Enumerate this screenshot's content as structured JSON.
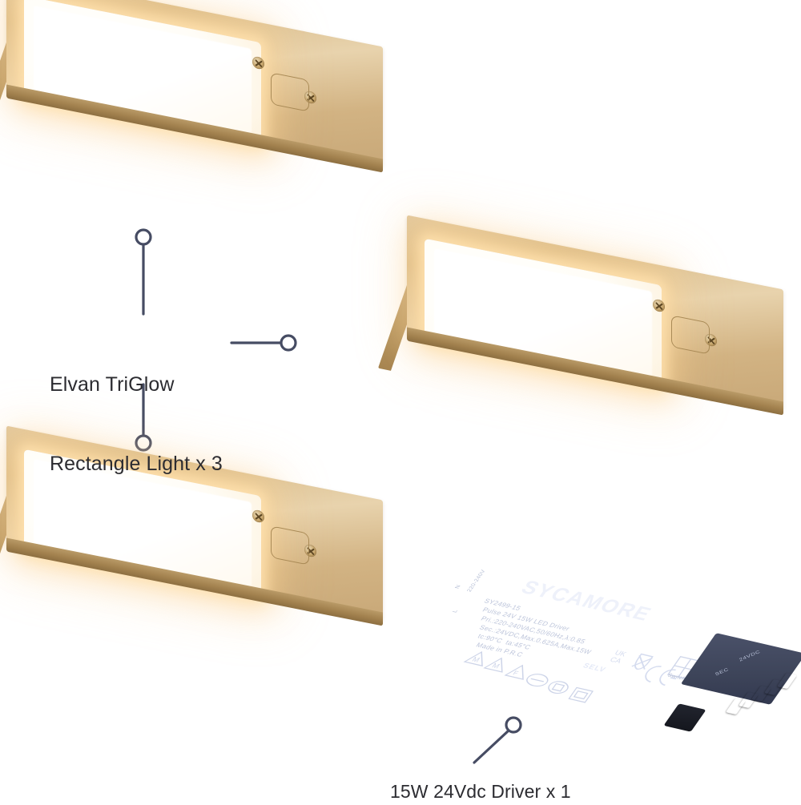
{
  "page": {
    "background": "#ffffff",
    "line_color": "#464c63",
    "text_color": "#2c2c31"
  },
  "callouts": [
    {
      "id": "lights",
      "name": "light-callout",
      "line1": "Elvan TriGlow",
      "line2": "Rectangle Light x 3",
      "full_text": "Elvan TriGlow Rectangle Light x 3",
      "quantity": 3
    },
    {
      "id": "driver",
      "name": "driver-callout",
      "line1": "15W 24Vdc Driver x 1",
      "quantity": 1
    }
  ],
  "products": {
    "light": {
      "name": "Elvan TriGlow Rectangle Light",
      "finish": "brushed brass",
      "glow_color": "#fff6e6",
      "bezel_color": "#d9bd8d",
      "count": 3,
      "features": [
        "diffuser-panel",
        "two-phillips-screws",
        "sensor-pad"
      ]
    },
    "driver": {
      "brand": "SYCAMORE",
      "model": "SY2499-15",
      "body_color": "#474f66",
      "spec_lines": [
        "SY2499-15",
        "Pulse 24V 15W LED Driver",
        "Pri.:220-240VAC,50/60Hz,λ:0.85",
        "Sec.:24VDC,Max.0.625A,Max.15W",
        "tc:90°C  ta:45°C",
        "Made in P.R.C"
      ],
      "input_markings": [
        "N",
        "L",
        "220-240V"
      ],
      "output_markings": [
        "SEC",
        "24VDC"
      ],
      "marks": [
        "SELV",
        "CE",
        "UK CA",
        "WEEE"
      ],
      "switch_control_label": "Switch Control",
      "terminal_signs": [
        "+",
        "-",
        "+",
        "-",
        "+",
        "-"
      ]
    }
  }
}
